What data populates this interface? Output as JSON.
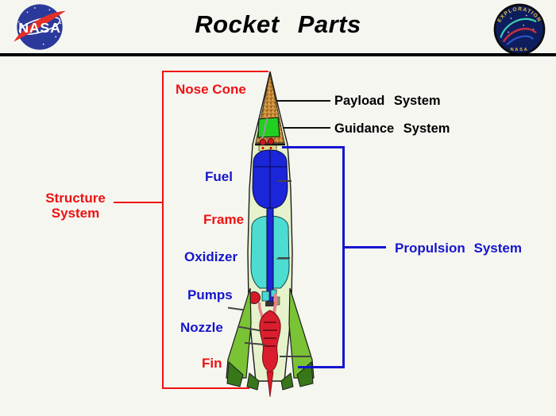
{
  "header": {
    "title": "Rocket Parts",
    "nasa_meatball_text": "NASA",
    "badge_top_text": "EXPLORATION",
    "badge_bottom_text": "NASA"
  },
  "diagram": {
    "part_labels": {
      "nose_cone": "Nose Cone",
      "fuel": "Fuel",
      "frame": "Frame",
      "oxidizer": "Oxidizer",
      "pumps": "Pumps",
      "nozzle": "Nozzle",
      "fin": "Fin"
    },
    "system_labels": {
      "payload": "Payload System",
      "guidance": "Guidance System",
      "structure_line1": "Structure",
      "structure_line2": "System",
      "propulsion": "Propulsion System"
    },
    "colors": {
      "structure_label": "#ee1111",
      "propulsion_label": "#1515cc",
      "black_label": "#000000",
      "rocket_shell": "#e6f2cb",
      "fuel_tank": "#1b26d8",
      "oxidizer_tank": "#4cdcd2",
      "fin_green": "#79c335",
      "engine_red": "#da1e2e",
      "payload_brown": "#c98a3a",
      "guidance_green": "#21cf21"
    }
  }
}
